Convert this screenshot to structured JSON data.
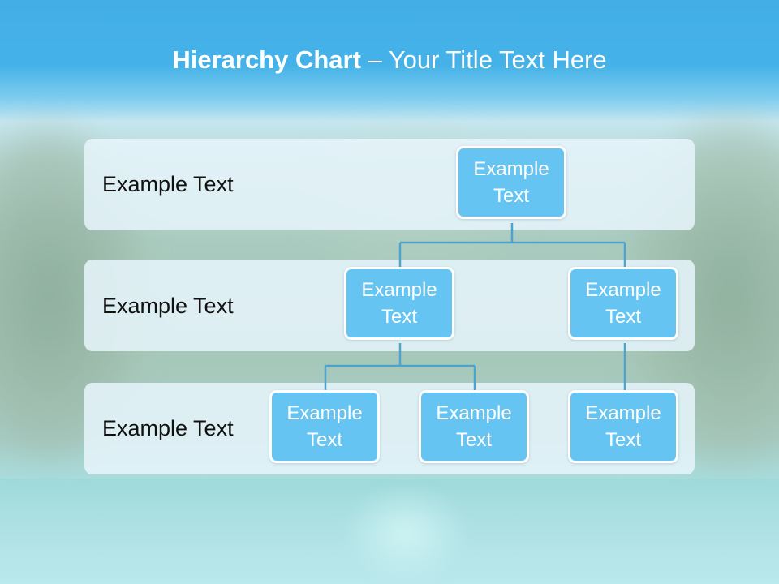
{
  "title": {
    "bold": "Hierarchy Chart",
    "rest": " – Your Title Text Here"
  },
  "levels": [
    {
      "label": "Example Text"
    },
    {
      "label": "Example Text"
    },
    {
      "label": "Example Text"
    }
  ],
  "nodes": {
    "root": "Example Text",
    "level2_left": "Example Text",
    "level2_right": "Example Text",
    "level3_a": "Example Text",
    "level3_b": "Example Text",
    "level3_c": "Example Text"
  },
  "colors": {
    "node_fill": "#66c4f2",
    "node_border": "#ffffff",
    "connector": "#4ea3cc",
    "band": "#e7f5fc",
    "title_bar": "#43aee6"
  }
}
